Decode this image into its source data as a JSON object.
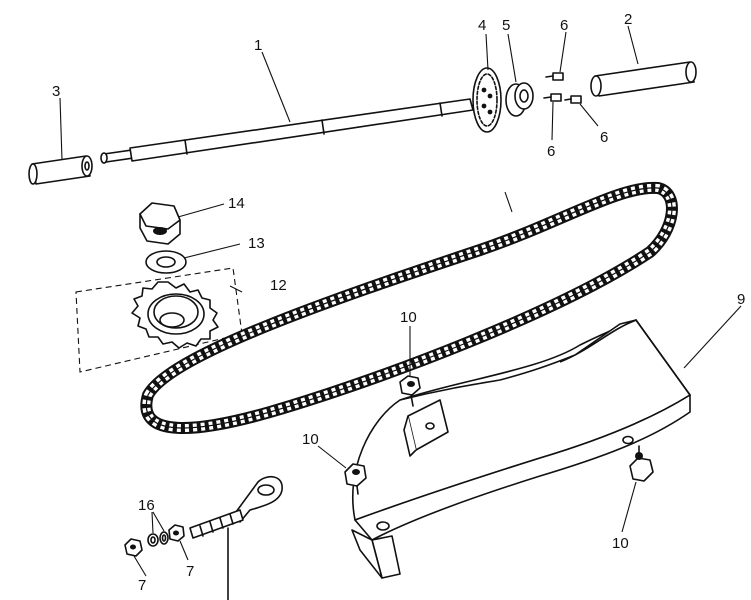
{
  "diagram": {
    "labels": {
      "axle": "1",
      "axle_sleeve_right": "2",
      "axle_sleeve_left": "3",
      "sprocket_small": "4",
      "hub": "5",
      "bolt_top": "6",
      "bolt_right": "6",
      "bolt_bottom": "6",
      "nut_left": "7",
      "nut_right": "7",
      "chain_guard": "9",
      "bolt_guard_top": "10",
      "bolt_guard_left": "10",
      "bolt_guard_right": "10",
      "sprocket_assembly": "12",
      "washer": "13",
      "nut": "14",
      "washers": "16"
    }
  }
}
